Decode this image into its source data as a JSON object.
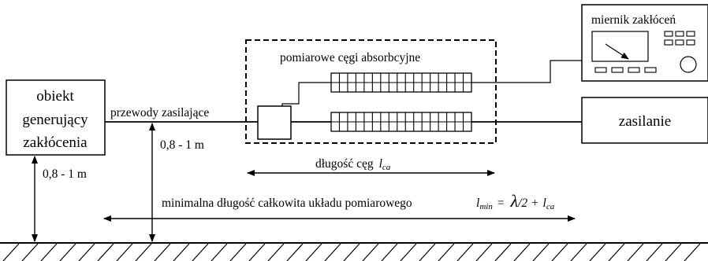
{
  "source": {
    "line1": "obiekt",
    "line2": "generujący",
    "line3": "zakłócenia"
  },
  "supply_label": "zasilanie",
  "meter_label": "miernik zakłóceń",
  "clamp_group_label": "pomiarowe cęgi absorbcyjne",
  "cable_label": "przewody zasilające",
  "height_label_cable": "0,8 - 1 m",
  "height_label_source": "0,8 - 1 m",
  "clamp_length_text": "długość cęg",
  "clamp_length_sym": "l",
  "clamp_length_sub": "ca",
  "min_length_text": "minimalna długość całkowita układu pomiarowego",
  "formula": {
    "l": "l",
    "min": "min",
    "eq": "=",
    "lambda": "λ",
    "half": "/2 +",
    "l2": "l",
    "ca": "ca"
  },
  "clamp_segments": 17
}
